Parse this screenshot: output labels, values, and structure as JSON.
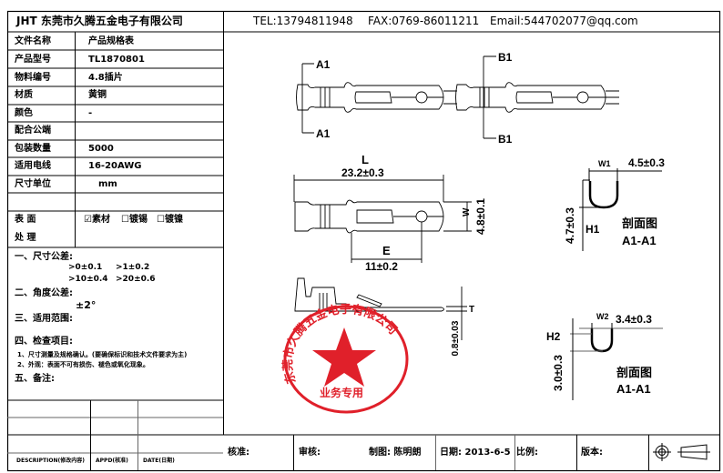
{
  "header": {
    "company": "JHT 东莞市久腾五金电子有限公司",
    "tel": "TEL:13794811948",
    "fax": "FAX:0769-86011211",
    "email": "Email:544702077@qq.com"
  },
  "spec_table": [
    {
      "label": "文件名称",
      "value": "产品规格表"
    },
    {
      "label": "产品型号",
      "value": "TL1870801"
    },
    {
      "label": "物料编号",
      "value": "4.8插片"
    },
    {
      "label": "材质",
      "value": "黄铜"
    },
    {
      "label": "颜色",
      "value": "-"
    },
    {
      "label": "配合公端",
      "value": ""
    },
    {
      "label": "包装数量",
      "value": "5000"
    },
    {
      "label": "适用电线",
      "value": "16-20AWG"
    },
    {
      "label": "尺寸单位",
      "value": "mm"
    }
  ],
  "surface": {
    "label_1": "表 面",
    "label_2": "处 理",
    "options": [
      {
        "label": "素材",
        "checked": true,
        "mark": "☑"
      },
      {
        "label": "镀锡",
        "checked": false,
        "mark": "☐"
      },
      {
        "label": "镀镍",
        "checked": false,
        "mark": "☐"
      }
    ]
  },
  "notes": {
    "tolerance_title": "一、尺寸公差:",
    "tol_1": ">0±0.1",
    "tol_2": ">1±0.2",
    "tol_3": ">10±0.4",
    "tol_4": ">20±0.6",
    "angle_title": "二、角度公差:",
    "angle_value": "±2°",
    "scope_title": "三、适用范围:",
    "inspect_title": "四、检查项目:",
    "inspect_1": "1、尺寸测量及规格确认。(要确保标识和技术文件要求为主)",
    "inspect_2": "2、外观：表面不可有损伤、褪色或氧化现象。",
    "remarks_title": "五、备注:"
  },
  "revision": {
    "description": "DESCRIPTION(修改内容)",
    "appd": "APPD(核准)",
    "date": "DATE(日期)"
  },
  "title_block": {
    "approve": "核准:",
    "review": "审核:",
    "drawn": "制图: 陈明朗",
    "date": "日期: 2013-6-5",
    "scale": "比例:",
    "version": "版本:"
  },
  "drawing": {
    "section_a": "A1",
    "section_b": "B1",
    "length_label": "L",
    "length_value": "23.2±0.3",
    "width_label": "W",
    "width_value": "4.8±0.1",
    "e_label": "E",
    "e_value": "11±0.2",
    "t_label": "T",
    "t_value": "0.8±0.03",
    "sec1_w_label": "W1",
    "sec1_w_value": "4.5±0.3",
    "sec1_h_label": "H1",
    "sec1_h_value": "4.7±0.3",
    "sec1_title": "剖面图",
    "sec1_name": "A1-A1",
    "sec2_w_label": "W2",
    "sec2_w_value": "3.4±0.3",
    "sec2_h_label": "H2",
    "sec2_h_value": "3.0±0.3",
    "sec2_title": "剖面图",
    "sec2_name": "A1-A1"
  },
  "stamp": {
    "company": "东莞市久腾五金电子有限公司",
    "text": "业务专用",
    "color": "#e0202a"
  }
}
